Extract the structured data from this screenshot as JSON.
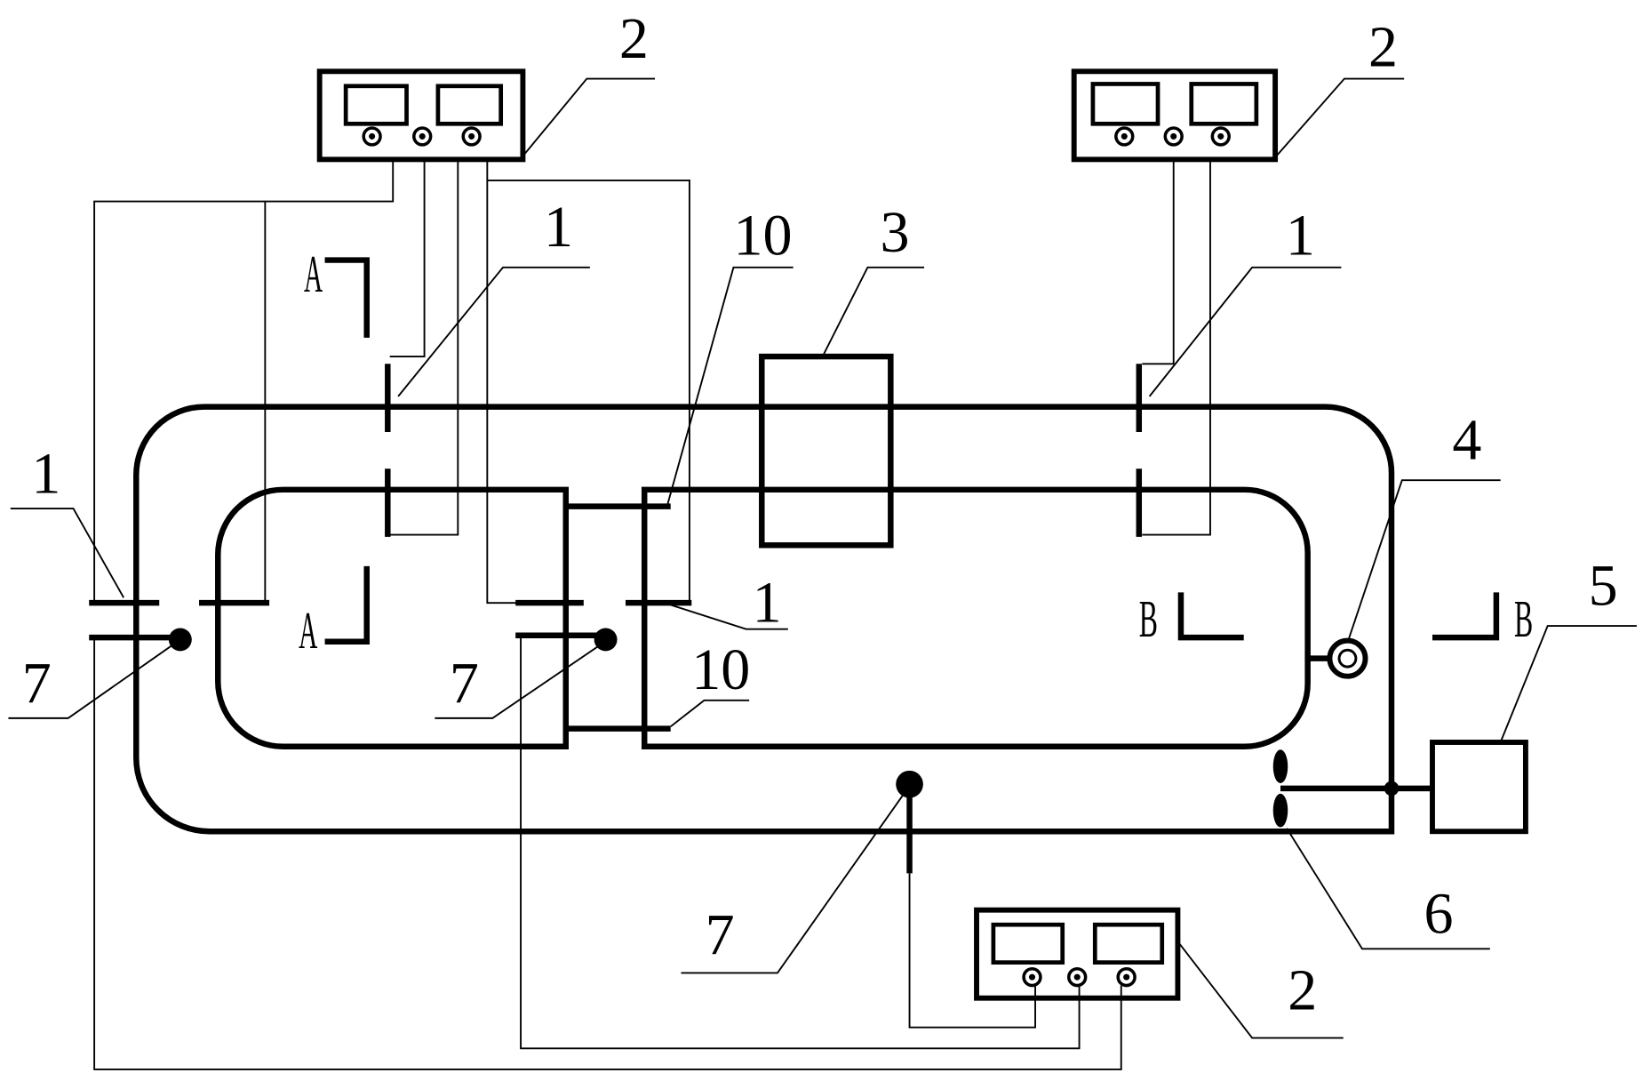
{
  "callouts": {
    "instrument_top_left": "2",
    "instrument_top_right": "2",
    "instrument_bottom": "2",
    "flange_top_left": "1",
    "flange_top_right": "1",
    "flange_left": "1",
    "flange_middle": "1",
    "connector_top": "10",
    "connector_bottom": "10",
    "component_3": "3",
    "component_4": "4",
    "component_5": "5",
    "component_6": "6",
    "sensor_left": "7",
    "sensor_middle": "7",
    "sensor_bottom": "7"
  },
  "section_marks": {
    "a_top": "A",
    "a_bottom": "A",
    "b_left": "B",
    "b_right": "B"
  }
}
